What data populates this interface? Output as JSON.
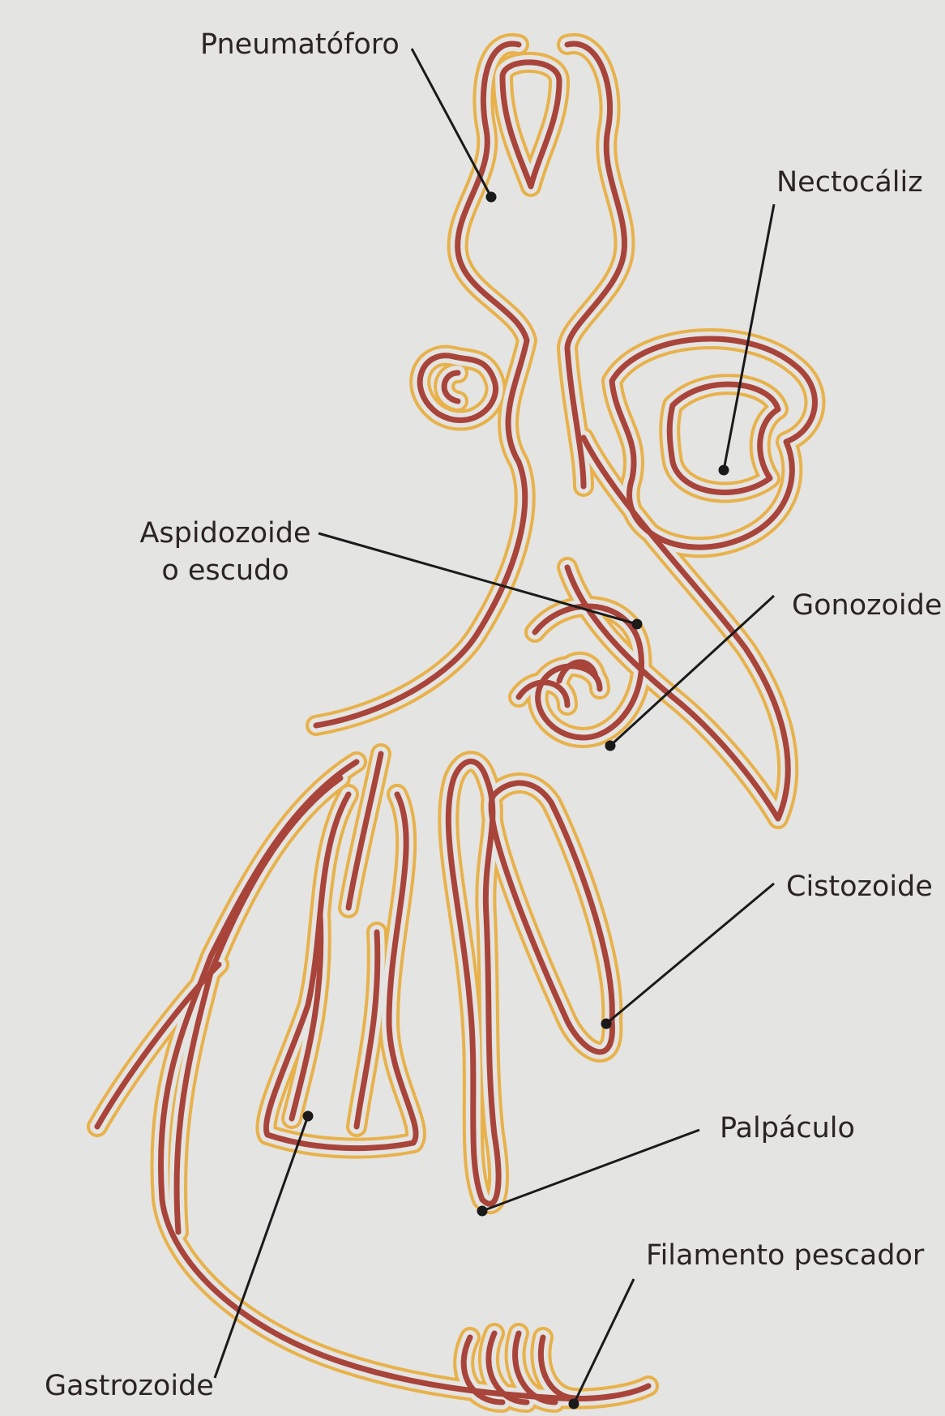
{
  "diagram": {
    "labels": {
      "pneumatoforo": "Pneumatóforo",
      "nectocaliz": "Nectocáliz",
      "aspidozoide": "Aspidozoide",
      "aspidozoide_2": "o escudo",
      "gonozoide": "Gonozoide",
      "cistozoide": "Cistozoide",
      "palpaculo": "Palpáculo",
      "filamento": "Filamento pescador",
      "gastrozoide": "Gastrozoide"
    },
    "colors": {
      "background": "#e4e4e2",
      "outer_wall": "#e8b14a",
      "inner_wall": "#a8443a",
      "leader": "#1a1a1a",
      "text": "#2a2424"
    }
  }
}
